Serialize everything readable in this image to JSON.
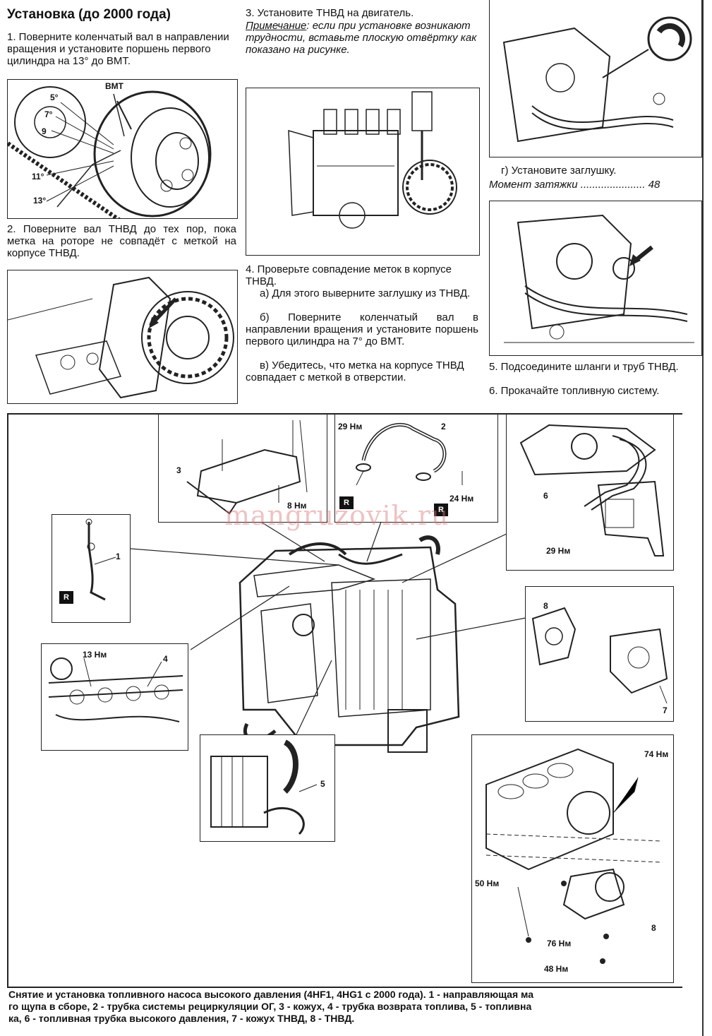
{
  "heading": "Установка (до 2000 года)",
  "left_col": {
    "step1": "1. Поверните коленчатый вал в направлении вращения и установите поршень первого цилиндра на 13° до ВМТ.",
    "fig1_labels": [
      "ВМТ",
      "5°",
      "7°",
      "9",
      "11°",
      "13°"
    ],
    "step2": "2. Поверните вал ТНВД до тех пор, пока метка на роторе не совпадёт с меткой на корпусе ТНВД."
  },
  "mid_col": {
    "step3": "3. Установите ТНВД на двигатель.",
    "note_label": "Примечание",
    "note_text": ": если при установке возникают трудности, вставьте плоскую отвёртку как показано на рисунке.",
    "step4": "4. Проверьте совпадение меток в корпусе ТНВД.",
    "step4a": "а) Для этого выверните заглушку из ТНВД.",
    "step4b": "б) Поверните коленчатый вал в направлении вращения и установите поршень первого цилиндра на 7° до ВМТ.",
    "step4c": "в) Убедитесь, что метка на корпусе ТНВД совпадает с меткой в отверстии."
  },
  "right_col": {
    "step_g": "г) Установите заглушку.",
    "torque_label": "Момент затяжки",
    "torque_dots": "......................",
    "torque_value": "48",
    "step5": "5. Подсоедините шланги и труб ТНВД.",
    "step6": "6. Прокачайте топливную систему."
  },
  "diagram": {
    "watermark": "mangruzovik.ru",
    "callouts": {
      "n1": "1",
      "n2": "2",
      "n3": "3",
      "n4": "4",
      "n5": "5",
      "n6": "6",
      "n7": "7",
      "n8a": "8",
      "n8b": "8",
      "t29a": "29 Нм",
      "t8": "8 Нм",
      "t24": "24 Нм",
      "t29b": "29 Нм",
      "t13": "13 Нм",
      "t74": "74 Нм",
      "t50": "50 Нм",
      "t76": "76 Нм",
      "t48": "48 Нм",
      "r": "R"
    }
  },
  "caption": {
    "line1": "Снятие и установка топливного насоса высокого давления (4HF1, 4HG1 с 2000 года). 1 - направляющая ма",
    "line2": "го щупа в сборе, 2 - трубка системы рециркуляции ОГ, 3 - кожух, 4 - трубка возврата топлива, 5 - топливна",
    "line3": "ка, 6 - топливная трубка высокого давления, 7 - кожух ТНВД, 8 - ТНВД."
  }
}
